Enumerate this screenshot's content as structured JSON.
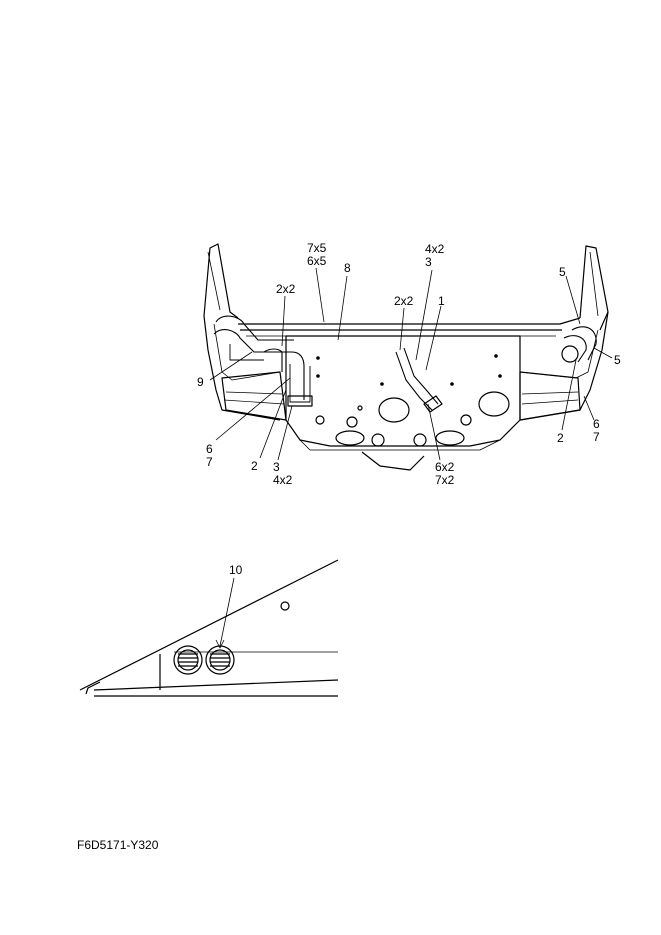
{
  "diagram": {
    "callouts": {
      "c_7x5": "7x5",
      "c_6x5": "6x5",
      "c_8": "8",
      "c_4x2_top": "4x2",
      "c_3_top": "3",
      "c_2x2_left": "2x2",
      "c_2x2_mid": "2x2",
      "c_1": "1",
      "c_5_top": "5",
      "c_5_right": "5",
      "c_9": "9",
      "c_6_left": "6",
      "c_7_left": "7",
      "c_2_left": "2",
      "c_3_bottom": "3",
      "c_4x2_bottom": "4x2",
      "c_6x2": "6x2",
      "c_7x2": "7x2",
      "c_2_right": "2",
      "c_6_right": "6",
      "c_7_right": "7",
      "c_10": "10"
    },
    "drawing_code": "F6D5171-Y320"
  }
}
